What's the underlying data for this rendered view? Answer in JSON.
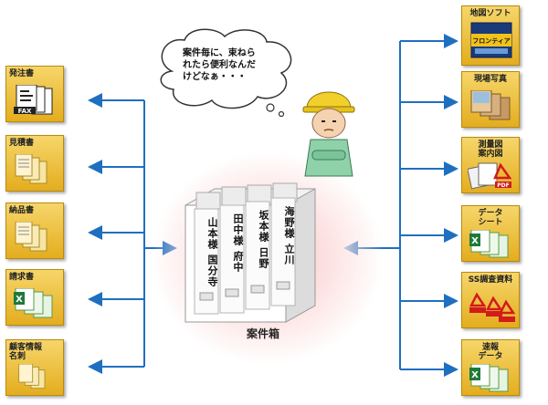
{
  "left_cards": [
    {
      "label": "発注書",
      "icon": "fax-document-icon"
    },
    {
      "label": "見積書",
      "icon": "document-stack-icon"
    },
    {
      "label": "納品書",
      "icon": "document-stack-icon"
    },
    {
      "label": "請求書",
      "icon": "excel-stack-icon"
    },
    {
      "label": "顧客情報\n名刺",
      "icon": "document-stack-icon"
    }
  ],
  "right_cards": [
    {
      "label": "地図ソフト",
      "icon": "software-box-icon"
    },
    {
      "label": "現場写真",
      "icon": "photo-stack-icon"
    },
    {
      "label": "測量図\n案内図",
      "icon": "pdf-drawing-icon"
    },
    {
      "label": "データ\nシート",
      "icon": "excel-stack-icon"
    },
    {
      "label": "SS調査資料",
      "icon": "pdf-stack-icon"
    },
    {
      "label": "速報\nデータ",
      "icon": "excel-stack-icon"
    }
  ],
  "thought_bubble": "案件毎に、束ねら\nれたら便利なんだ\nけどなぁ・・・",
  "center_box": {
    "label": "案件箱",
    "spines": [
      "山本様 国分寺",
      "田中様 府中",
      "坂本様 日野",
      "海野様 立川"
    ]
  },
  "fax_label": "FAX",
  "software_label": "フロンティア",
  "pdf_label": "PDF",
  "colors": {
    "card": "#e8b52a",
    "arrow": "#1f6fc0",
    "glow": "#f9c6c6",
    "helmet": "#f2d02b"
  }
}
